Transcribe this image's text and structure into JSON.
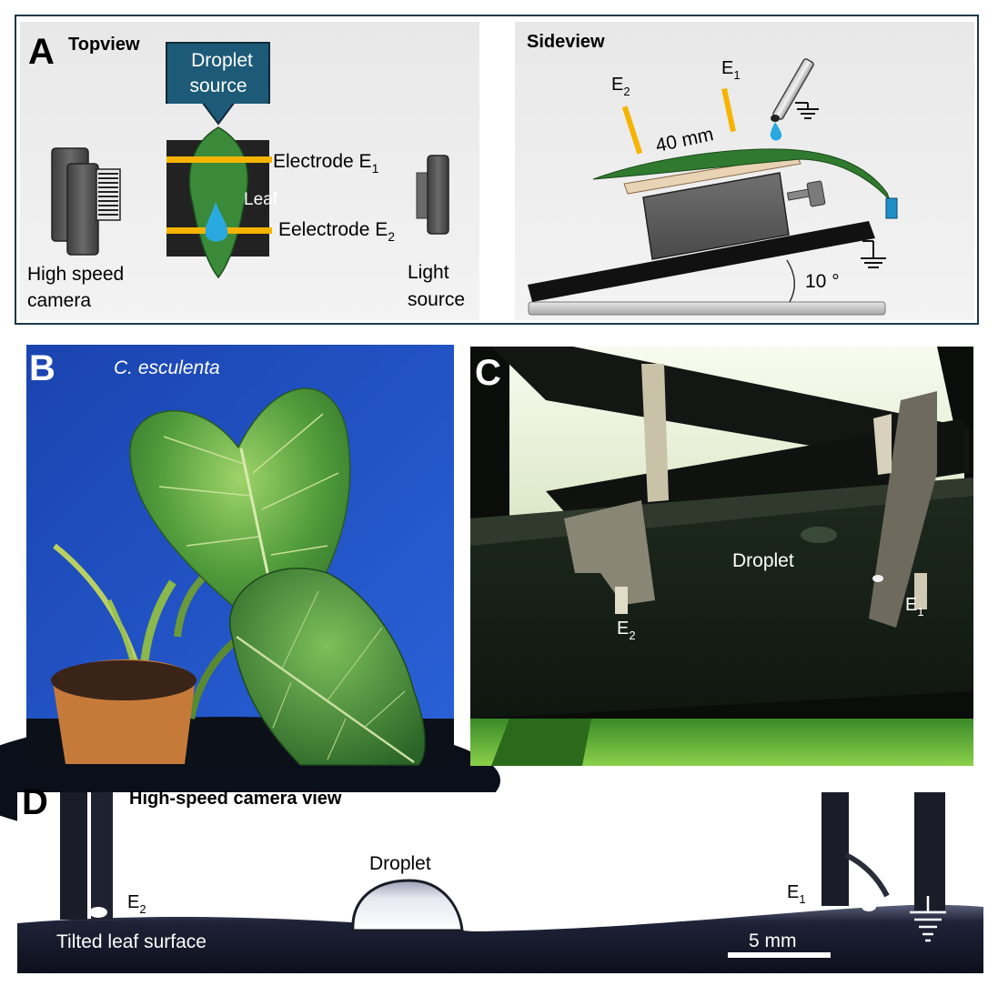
{
  "panel_a": {
    "letter": "A",
    "topview": {
      "title": "Topview",
      "droplet_source_line1": "Droplet",
      "droplet_source_line2": "source",
      "electrode_e1_text": "Electrode E",
      "electrode_e1_sub": "1",
      "electrode_e2_text": "Eelectrode E",
      "electrode_e2_sub": "2",
      "leaf_label": "Leaf",
      "camera_line1": "High speed",
      "camera_line2": "camera",
      "light_line1": "Light",
      "light_line2": "source"
    },
    "sideview": {
      "title": "Sideview",
      "e1_text": "E",
      "e1_sub": "1",
      "e2_text": "E",
      "e2_sub": "2",
      "distance": "40 mm",
      "angle": "10 °"
    }
  },
  "panel_b": {
    "letter": "B",
    "species": "C. esculenta"
  },
  "panel_c": {
    "letter": "C",
    "droplet": "Droplet",
    "e1_text": "E",
    "e1_sub": "1",
    "e2_text": "E",
    "e2_sub": "2"
  },
  "panel_d": {
    "letter": "D",
    "title": "High-speed camera view",
    "droplet": "Droplet",
    "e1_text": "E",
    "e1_sub": "1",
    "e2_text": "E",
    "e2_sub": "2",
    "surface": "Tilted leaf surface",
    "scale": "5 mm"
  },
  "colors": {
    "frame": "#1f3a4a",
    "source_box": "#1d5a78",
    "electrode": "#f5b400",
    "leaf": "#3a8a3a",
    "droplet": "#2aa9e0",
    "photo_blue": "#1f4fbf"
  }
}
